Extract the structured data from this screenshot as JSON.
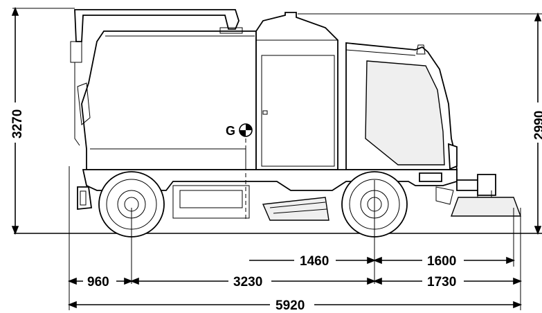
{
  "dimensions": {
    "overall_height": "3270",
    "cab_height": "2990",
    "front_overhang": "960",
    "wheelbase": "3230",
    "rear_overhang": "1730",
    "overall_length": "5920",
    "axle_to_brush": "1460",
    "brush_extension": "1600"
  },
  "labels": {
    "center_of_gravity": "G"
  }
}
